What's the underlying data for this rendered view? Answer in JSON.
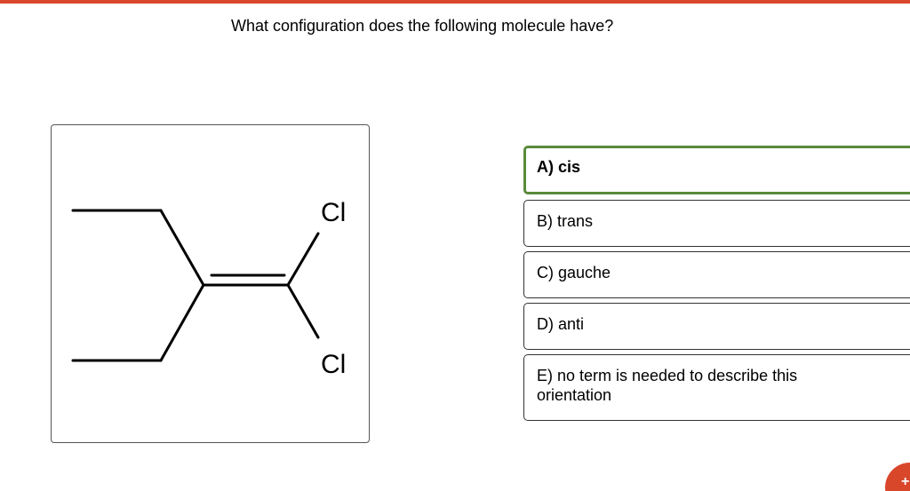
{
  "question": {
    "text": "What configuration does the following molecule have?"
  },
  "molecule": {
    "atoms": [
      "Cl",
      "Cl"
    ]
  },
  "options": [
    {
      "label": "A) cis",
      "selected": true
    },
    {
      "label": "B) trans",
      "selected": false
    },
    {
      "label": "C) gauche",
      "selected": false
    },
    {
      "label": "D) anti",
      "selected": false
    },
    {
      "label": "E) no term is needed to describe this orientation",
      "selected": false
    }
  ],
  "fab": {
    "icon": "plus-icon",
    "glyph": "+"
  },
  "colors": {
    "accent": "#d9472b",
    "selected_border": "#5a8a3a"
  }
}
